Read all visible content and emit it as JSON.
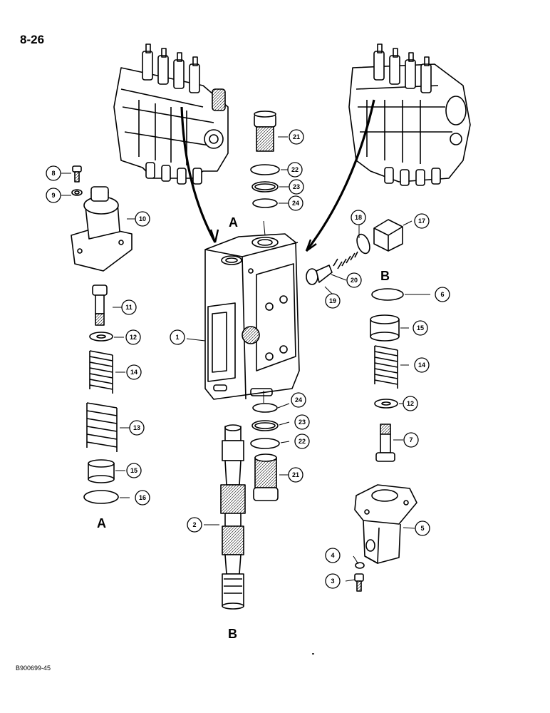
{
  "page_number": "8-26",
  "figure_code": "B900699-45",
  "view_labels": {
    "a_top": "A",
    "a_bottom": "A",
    "b_top": "B",
    "b_bottom": "B"
  },
  "callouts": [
    "1",
    "2",
    "3",
    "4",
    "5",
    "6",
    "7",
    "8",
    "9",
    "10",
    "11",
    "12",
    "12",
    "13",
    "14",
    "14",
    "15",
    "15",
    "16",
    "17",
    "18",
    "19",
    "20",
    "21",
    "21",
    "22",
    "22",
    "23",
    "23",
    "24",
    "24"
  ]
}
